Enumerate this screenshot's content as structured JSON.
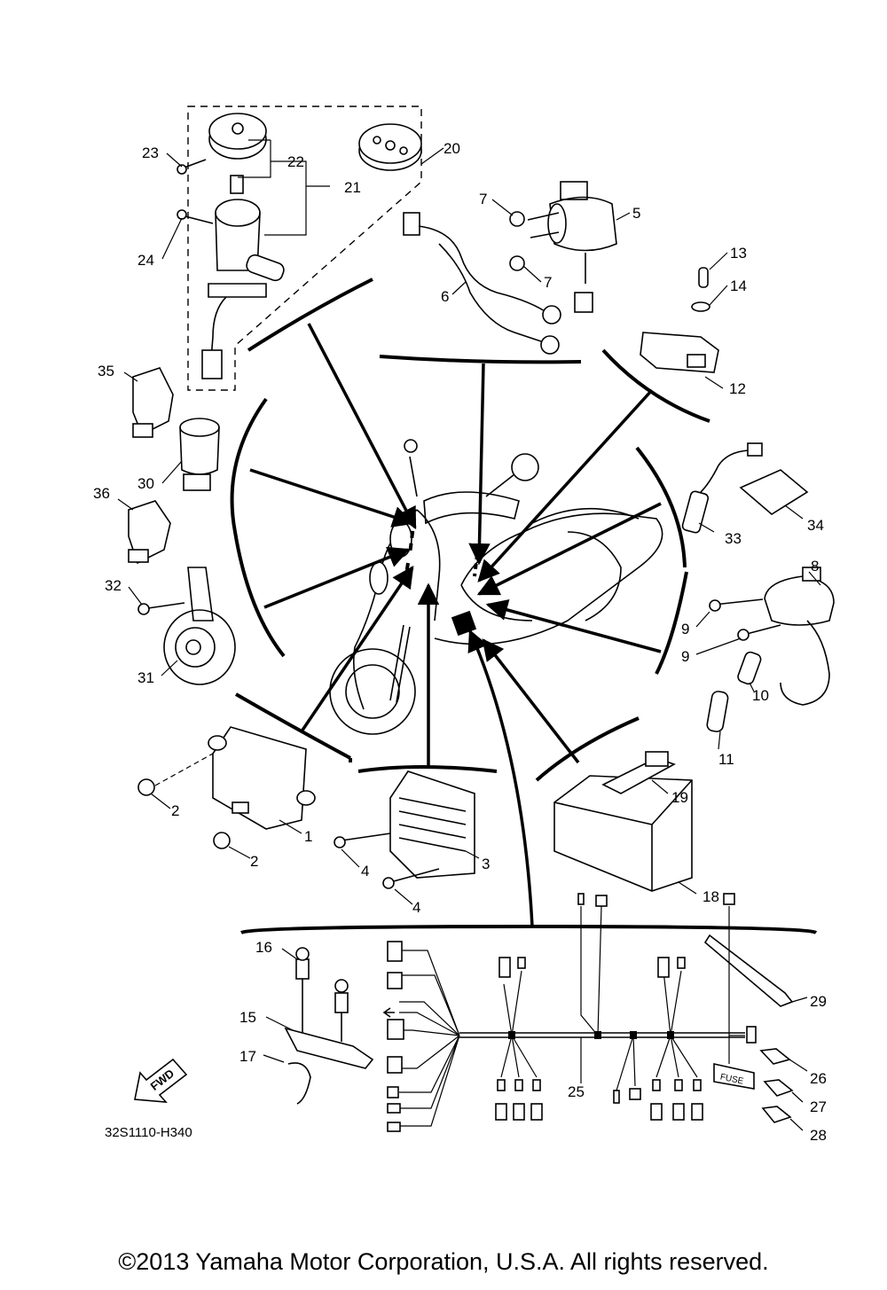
{
  "diagram_code": "32S1110-H340",
  "copyright": "©2013 Yamaha Motor Corporation, U.S.A. All rights reserved.",
  "fwd_label": "FWD",
  "fuse_label": "FUSE",
  "callouts": {
    "c1": "1",
    "c2a": "2",
    "c2b": "2",
    "c3": "3",
    "c4a": "4",
    "c4b": "4",
    "c5": "5",
    "c6": "6",
    "c7a": "7",
    "c7b": "7",
    "c8": "8",
    "c9a": "9",
    "c9b": "9",
    "c10": "10",
    "c11": "11",
    "c12": "12",
    "c13": "13",
    "c14": "14",
    "c15": "15",
    "c16": "16",
    "c17": "17",
    "c18": "18",
    "c19": "19",
    "c20": "20",
    "c21": "21",
    "c22": "22",
    "c23": "23",
    "c24": "24",
    "c25": "25",
    "c26": "26",
    "c27": "27",
    "c28": "28",
    "c29": "29",
    "c30": "30",
    "c31": "31",
    "c32": "32",
    "c33": "33",
    "c34": "34",
    "c35": "35",
    "c36": "36"
  }
}
